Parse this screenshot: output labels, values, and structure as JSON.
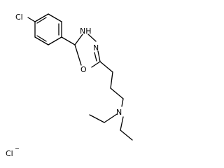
{
  "molecule": {
    "atoms": {
      "chlorine_aryl": "Cl",
      "nh": "NH",
      "n_ring": "N",
      "o_ring": "O",
      "n_amine": "N",
      "chloride": "Cl",
      "chloride_charge": "−"
    },
    "colors": {
      "bond": "#000000",
      "label": "#000000",
      "background": "#ffffff"
    }
  }
}
